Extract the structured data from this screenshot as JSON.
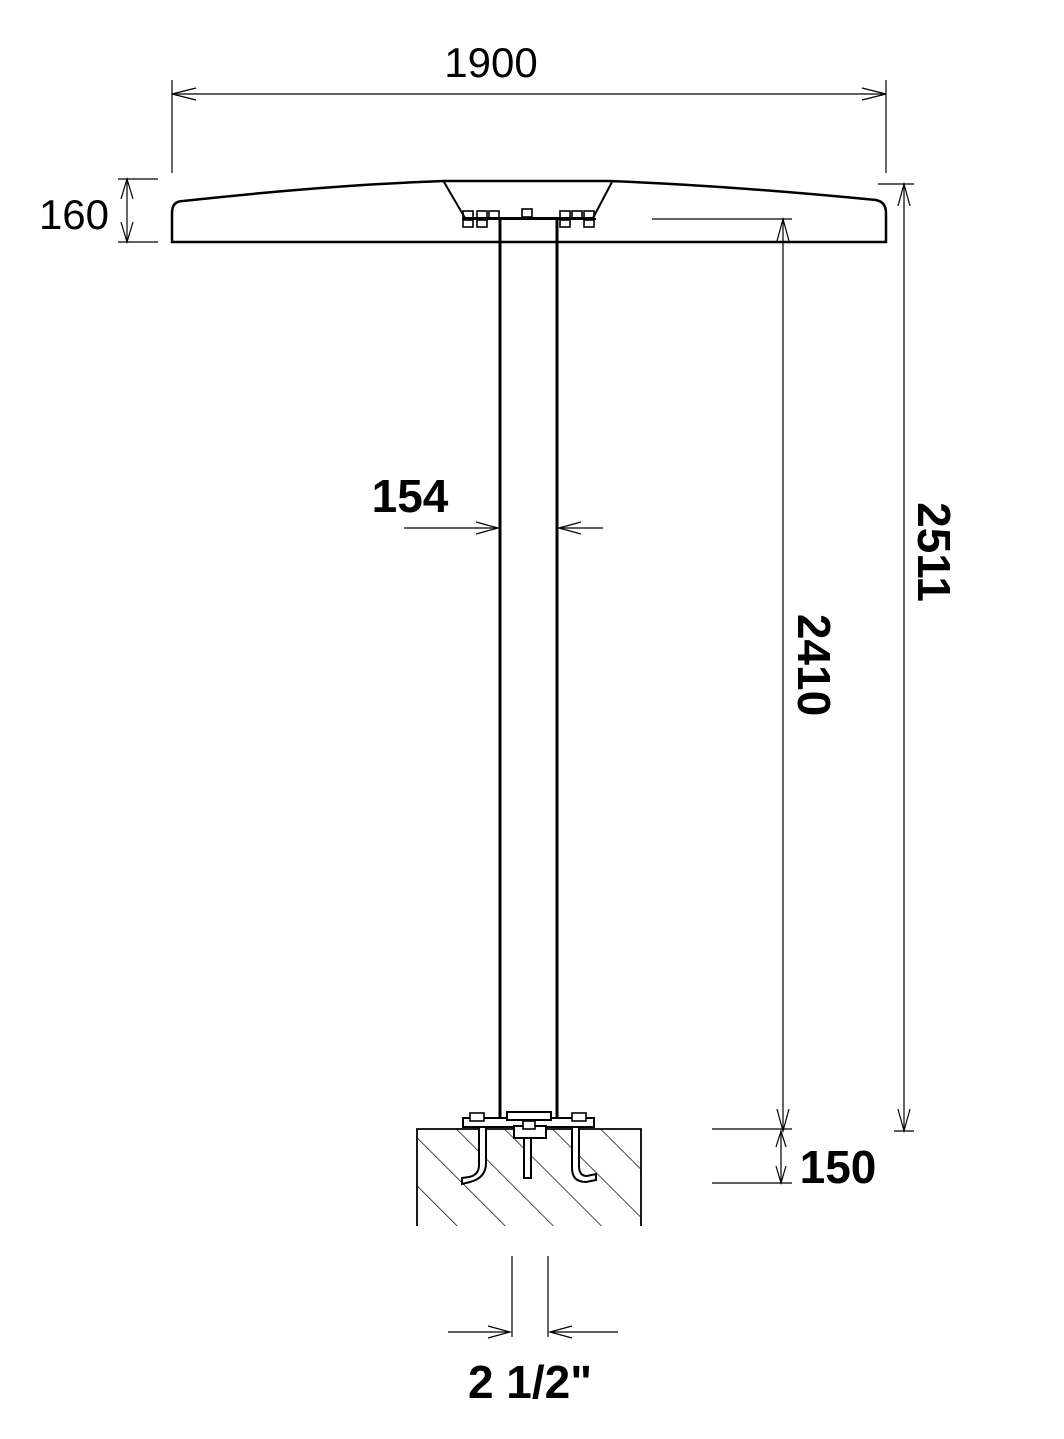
{
  "dimensions": {
    "overall_width": "1900",
    "canopy_thickness": "160",
    "post_diameter": "154",
    "overall_height": "2511",
    "post_height": "2410",
    "embed_depth": "150",
    "pipe_size": "2 1/2\""
  },
  "colors": {
    "line": "#000000",
    "background": "#ffffff"
  }
}
